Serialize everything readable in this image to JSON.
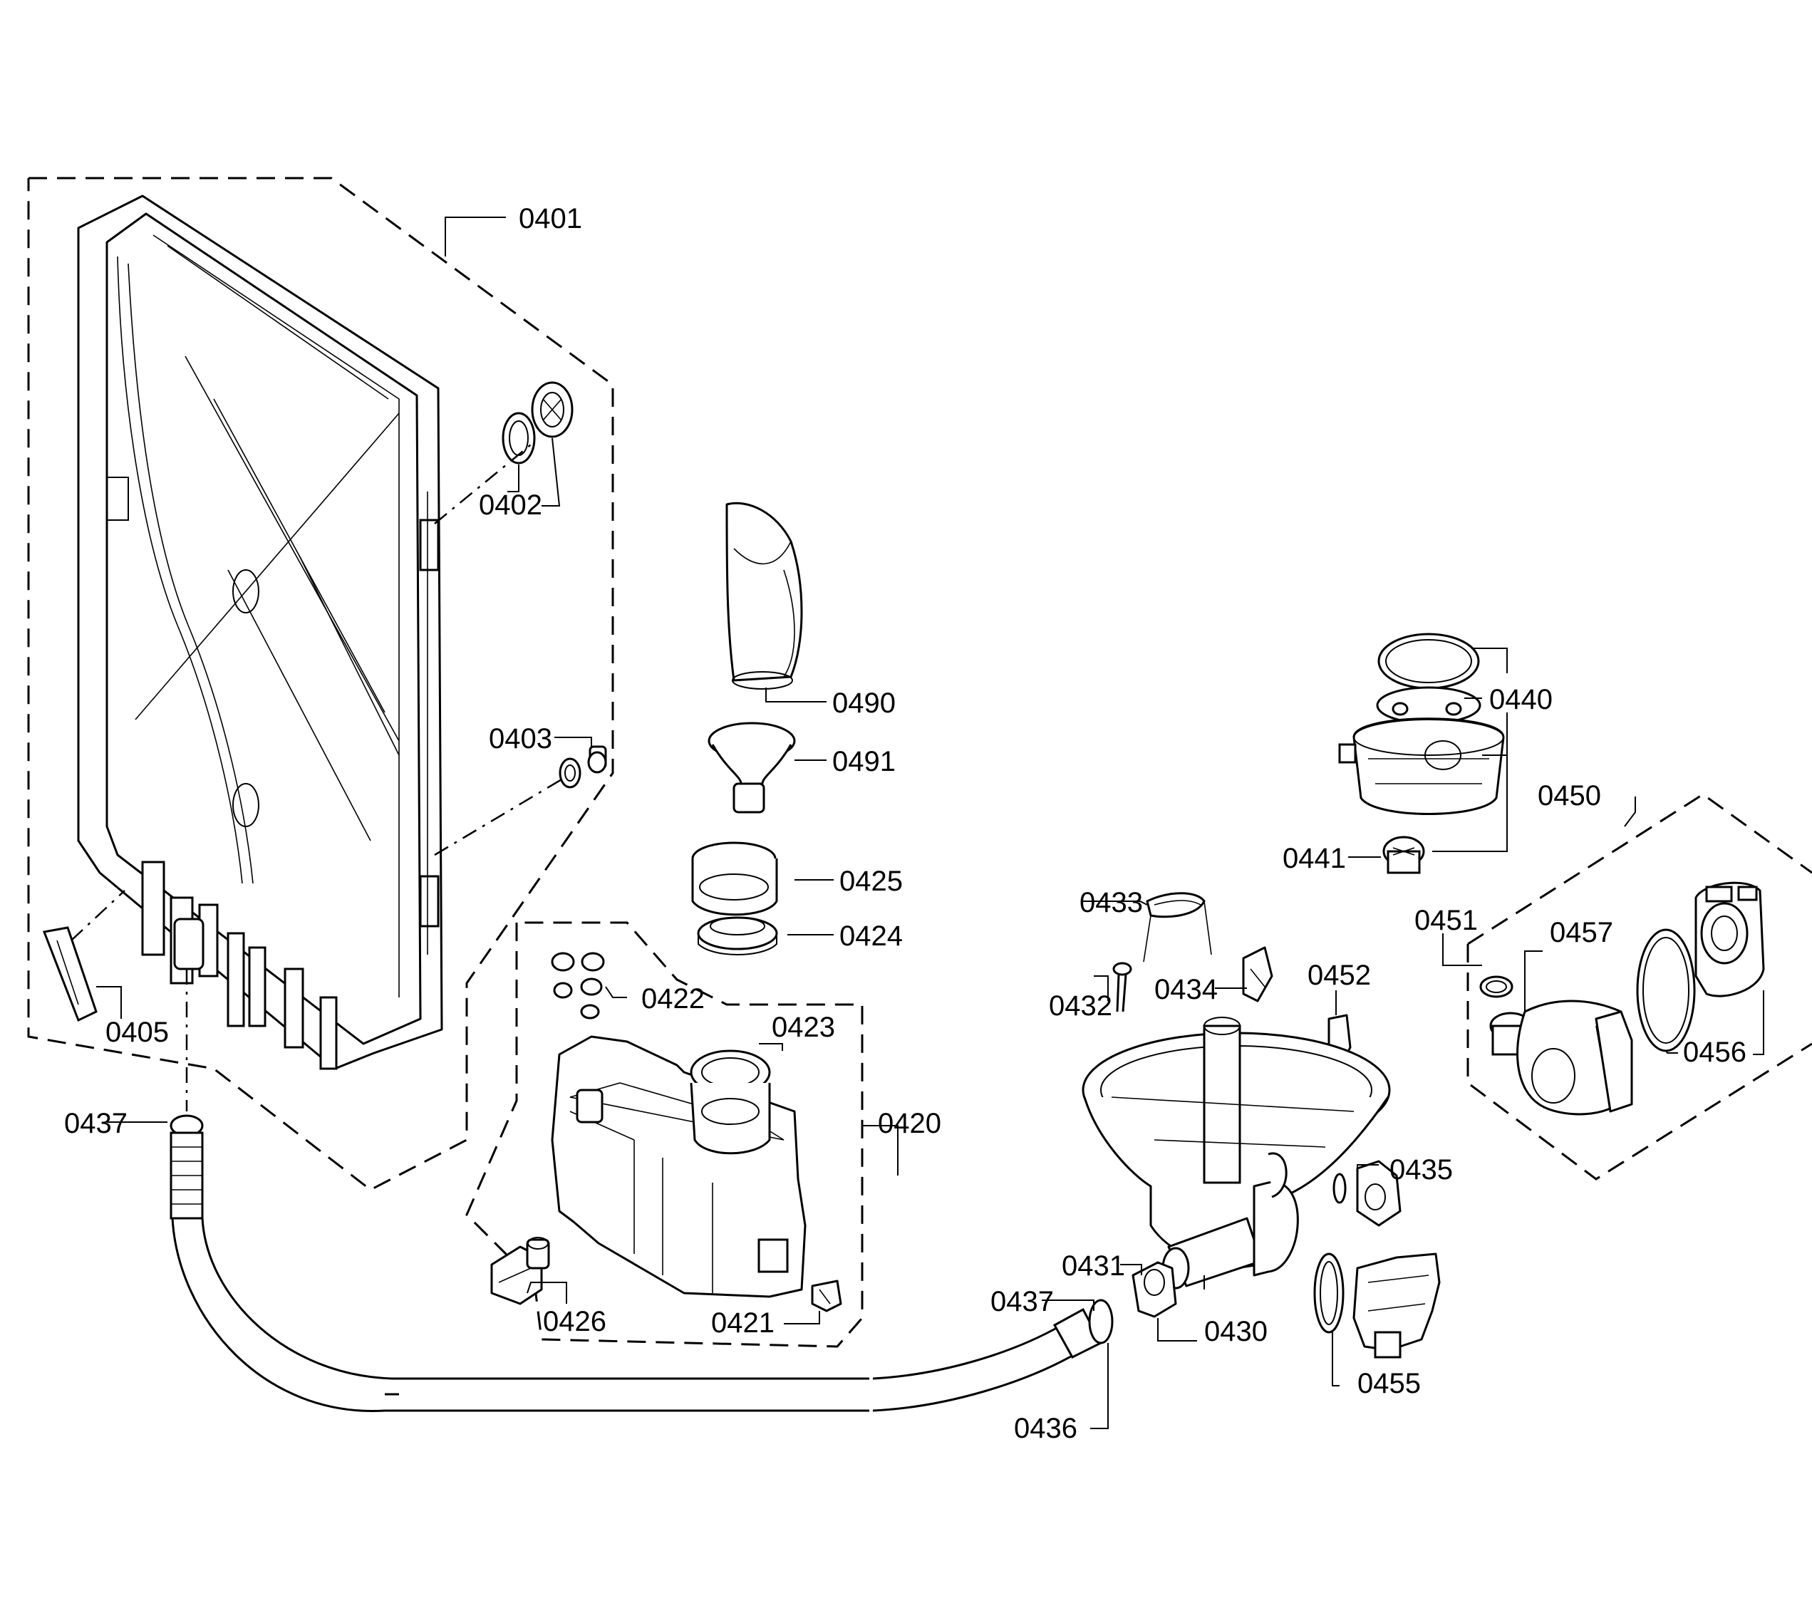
{
  "labels": {
    "p0401": "0401",
    "p0402": "0402",
    "p0403": "0403",
    "p0405": "0405",
    "p0437a": "0437",
    "p0490": "0490",
    "p0491": "0491",
    "p0425": "0425",
    "p0424": "0424",
    "p0422": "0422",
    "p0423": "0423",
    "p0420": "0420",
    "p0426": "0426",
    "p0421": "0421",
    "p0433": "0433",
    "p0432": "0432",
    "p0434": "0434",
    "p0452": "0452",
    "p0431": "0431",
    "p0437b": "0437",
    "p0430": "0430",
    "p0436": "0436",
    "p0435": "0435",
    "p0455": "0455",
    "p0440": "0440",
    "p0441": "0441",
    "p0450": "0450",
    "p0451": "0451",
    "p0457": "0457",
    "p0456": "0456"
  }
}
